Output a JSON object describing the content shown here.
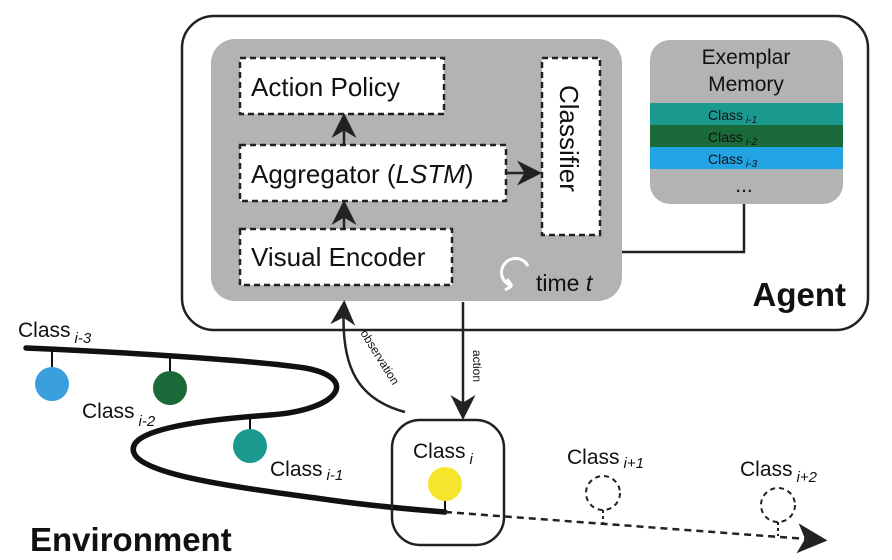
{
  "agent": {
    "label": "Agent",
    "modules": {
      "action_policy": "Action Policy",
      "aggregator": "Aggregator (",
      "aggregator_em": "LSTM",
      "aggregator_close": ")",
      "visual_encoder": "Visual Encoder",
      "classifier": "Classifier"
    },
    "time_label": "time ",
    "time_var": "t",
    "memory": {
      "title_line1": "Exemplar",
      "title_line2": "Memory",
      "rows": [
        {
          "label": "Class",
          "sub": "i-1",
          "color": "#1a9a8f"
        },
        {
          "label": "Class",
          "sub": "i-2",
          "color": "#1b6b3a"
        },
        {
          "label": "Class",
          "sub": "i-3",
          "color": "#22a3e3"
        }
      ],
      "ellipsis": "..."
    }
  },
  "arrows": {
    "observation": "observation",
    "action": "action"
  },
  "environment": {
    "label": "Environment",
    "classes": [
      {
        "label": "Class",
        "sub": "i-3",
        "color": "#3aa0dc"
      },
      {
        "label": "Class",
        "sub": "i-2",
        "color": "#1b6b3a"
      },
      {
        "label": "Class",
        "sub": "i-1",
        "color": "#1a9a8f"
      },
      {
        "label": "Class",
        "sub": "i",
        "color": "#f5e52c"
      },
      {
        "label": "Class",
        "sub": "i+1",
        "color": "none"
      },
      {
        "label": "Class",
        "sub": "i+2",
        "color": "none"
      }
    ]
  }
}
